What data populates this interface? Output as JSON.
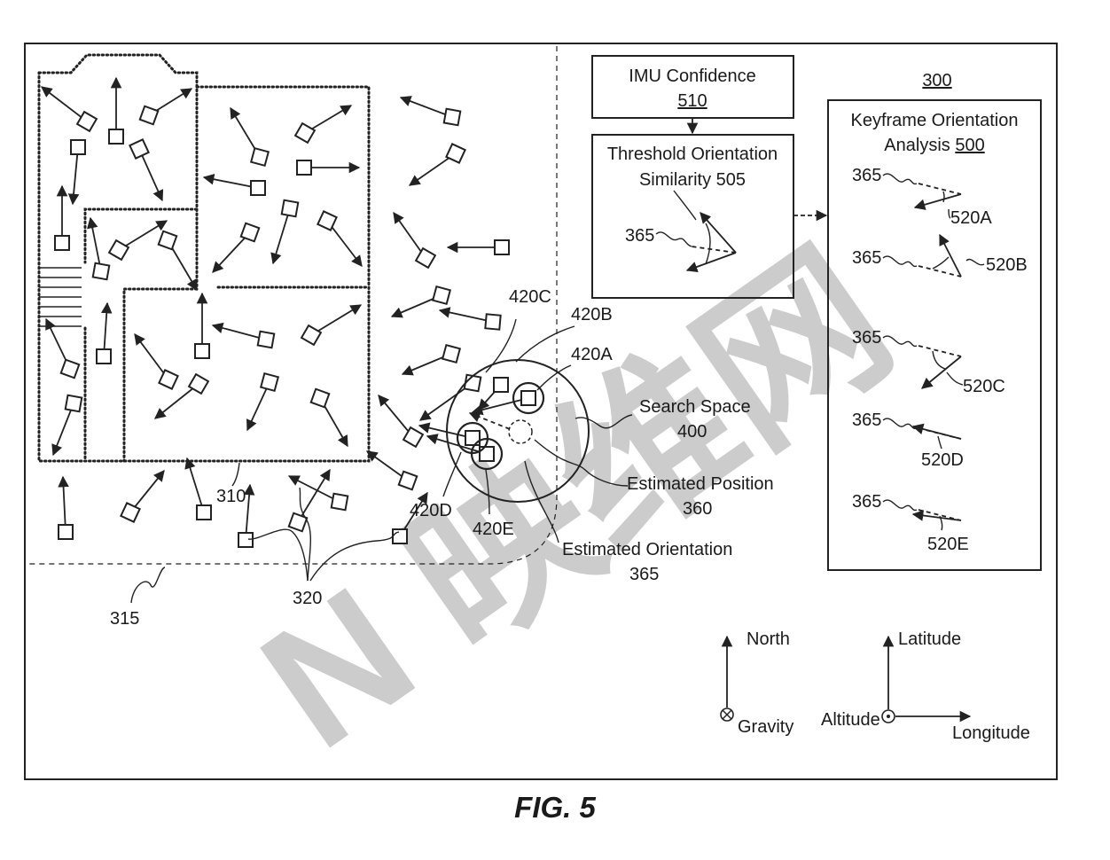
{
  "figure": {
    "caption": "FIG. 5",
    "ref_system": "300",
    "watermark": "N 映维网"
  },
  "map_labels": {
    "building": "310",
    "keyframes": "320",
    "road": "315"
  },
  "search": {
    "keyframe_a": "420A",
    "keyframe_b": "420B",
    "keyframe_c": "420C",
    "keyframe_d": "420D",
    "keyframe_e": "420E",
    "space_label": "Search Space",
    "space_ref": "400",
    "position_label": "Estimated Position",
    "position_ref": "360",
    "orientation_label": "Estimated Orientation",
    "orientation_ref": "365"
  },
  "imu": {
    "title": "IMU Confidence",
    "ref": "510"
  },
  "threshold": {
    "line1": "Threshold Orientation",
    "line2": "Similarity 505",
    "ref365": "365"
  },
  "keyframe_analysis": {
    "line1": "Keyframe Orientation",
    "line2_text": "Analysis ",
    "line2_ref": "500",
    "rows": [
      {
        "ref365": "365",
        "label": "520A"
      },
      {
        "ref365": "365",
        "label": "520B"
      },
      {
        "ref365": "365",
        "label": "520C"
      },
      {
        "ref365": "365",
        "label": "520D"
      },
      {
        "ref365": "365",
        "label": "520E"
      }
    ]
  },
  "legend": {
    "north": "North",
    "gravity": "Gravity",
    "latitude": "Latitude",
    "altitude": "Altitude",
    "longitude": "Longitude"
  }
}
